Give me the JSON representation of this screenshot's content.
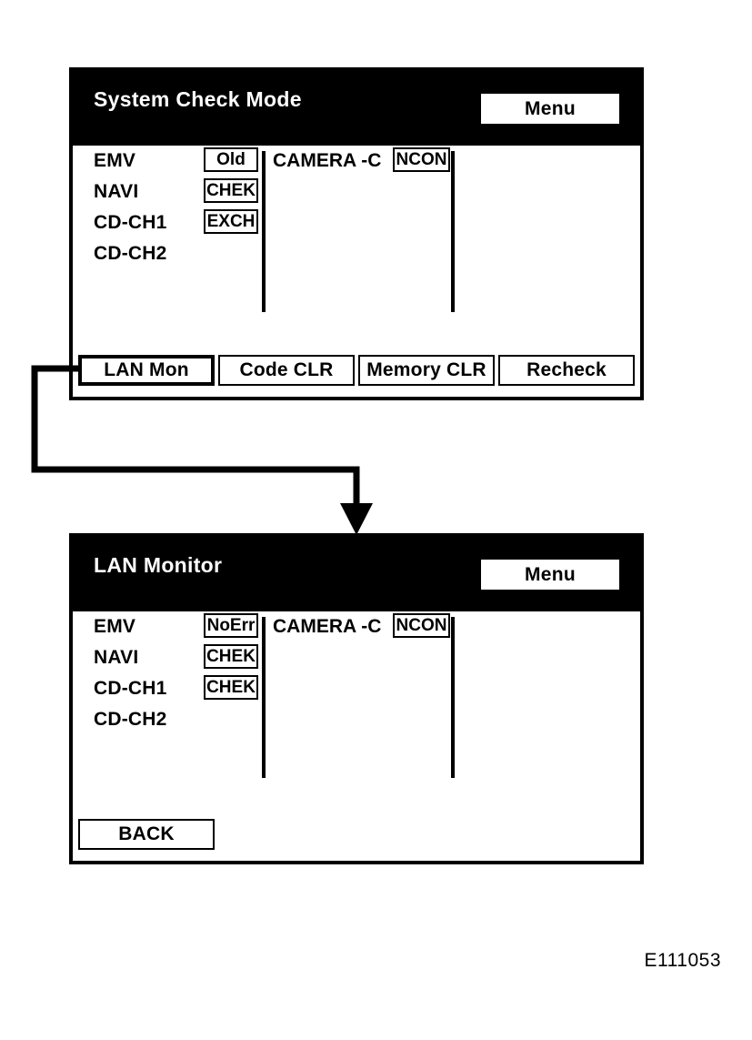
{
  "figure": {
    "code": "E111053"
  },
  "connector": {
    "from": "lan-mon-button",
    "to": "lan-monitor-screen"
  },
  "screens": [
    {
      "id": "system-check-mode",
      "title": "System Check Mode",
      "menu_label": "Menu",
      "devices": [
        {
          "label": "EMV",
          "status": "Old"
        },
        {
          "label": "NAVI",
          "status": "CHEK"
        },
        {
          "label": "CD-CH1",
          "status": "EXCH"
        },
        {
          "label": "CD-CH2",
          "status": ""
        }
      ],
      "camera": {
        "label": "CAMERA -C",
        "status": "NCON"
      },
      "buttons": [
        {
          "label": "LAN Mon",
          "selected": true
        },
        {
          "label": "Code CLR",
          "selected": false
        },
        {
          "label": "Memory CLR",
          "selected": false
        },
        {
          "label": "Recheck",
          "selected": false
        }
      ]
    },
    {
      "id": "lan-monitor",
      "title": "LAN Monitor",
      "menu_label": "Menu",
      "devices": [
        {
          "label": "EMV",
          "status": "NoErr"
        },
        {
          "label": "NAVI",
          "status": "CHEK"
        },
        {
          "label": "CD-CH1",
          "status": "CHEK"
        },
        {
          "label": "CD-CH2",
          "status": ""
        }
      ],
      "camera": {
        "label": "CAMERA -C",
        "status": "NCON"
      },
      "buttons": [
        {
          "label": "BACK",
          "selected": false
        }
      ]
    }
  ],
  "colors": {
    "background": "#ffffff",
    "foreground": "#000000",
    "titlebar": "#000000",
    "titlebar_text": "#ffffff"
  }
}
